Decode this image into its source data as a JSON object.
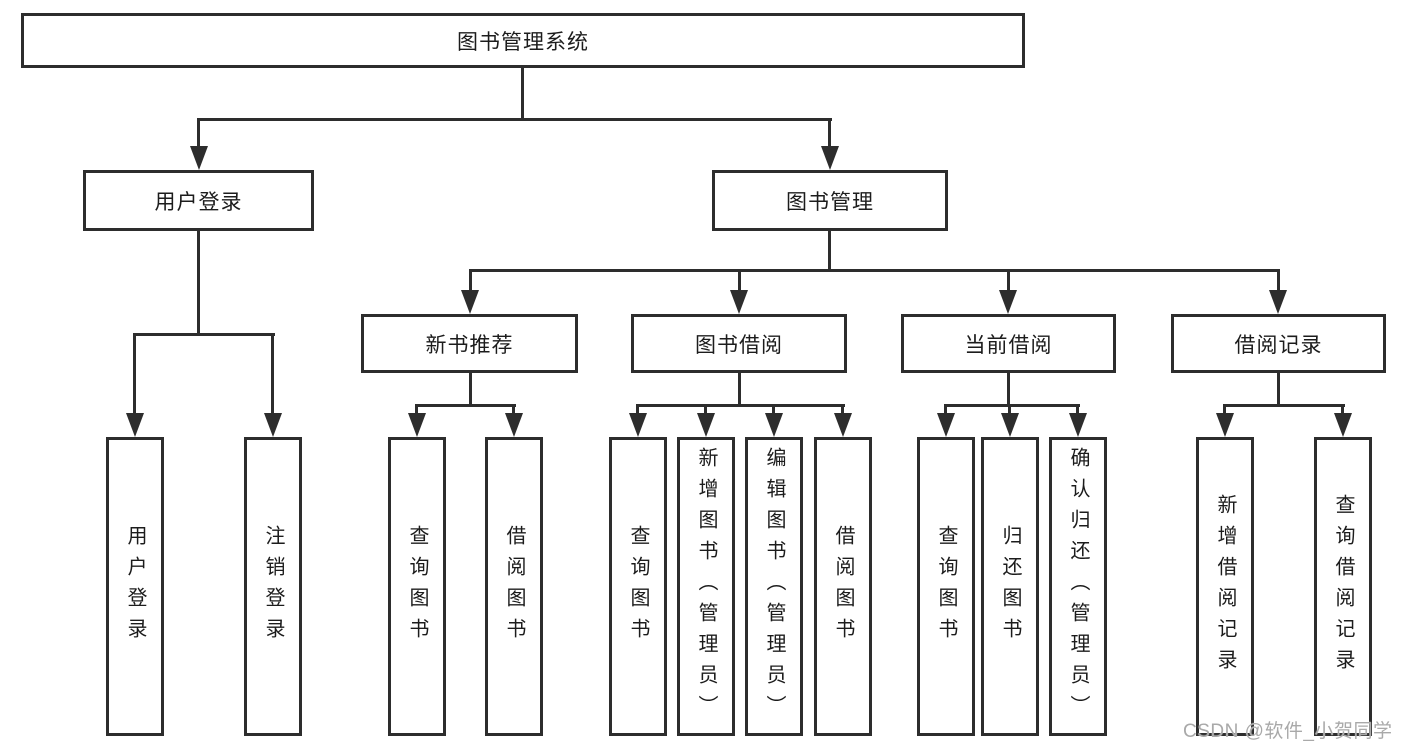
{
  "diagram_type": "hierarchy-tree",
  "colors": {
    "line": "#2d2d2d",
    "text": "#1c1c1c",
    "background": "#ffffff",
    "watermark": "#a9a9a9"
  },
  "tree": {
    "root": "图书管理系统",
    "branches": [
      {
        "label": "用户登录",
        "children": [
          {
            "label": "用户登录"
          },
          {
            "label": "注销登录"
          }
        ]
      },
      {
        "label": "图书管理",
        "children": [
          {
            "label": "新书推荐",
            "children": [
              {
                "label": "查询图书"
              },
              {
                "label": "借阅图书"
              }
            ]
          },
          {
            "label": "图书借阅",
            "children": [
              {
                "label": "查询图书"
              },
              {
                "label": "新增图书（管理员）"
              },
              {
                "label": "编辑图书（管理员）"
              },
              {
                "label": "借阅图书"
              }
            ]
          },
          {
            "label": "当前借阅",
            "children": [
              {
                "label": "查询图书"
              },
              {
                "label": "归还图书"
              },
              {
                "label": "确认归还（管理员）"
              }
            ]
          },
          {
            "label": "借阅记录",
            "children": [
              {
                "label": "新增借阅记录"
              },
              {
                "label": "查询借阅记录"
              }
            ]
          }
        ]
      }
    ]
  },
  "watermark": {
    "text": "CSDN @软件_小贺同学"
  }
}
